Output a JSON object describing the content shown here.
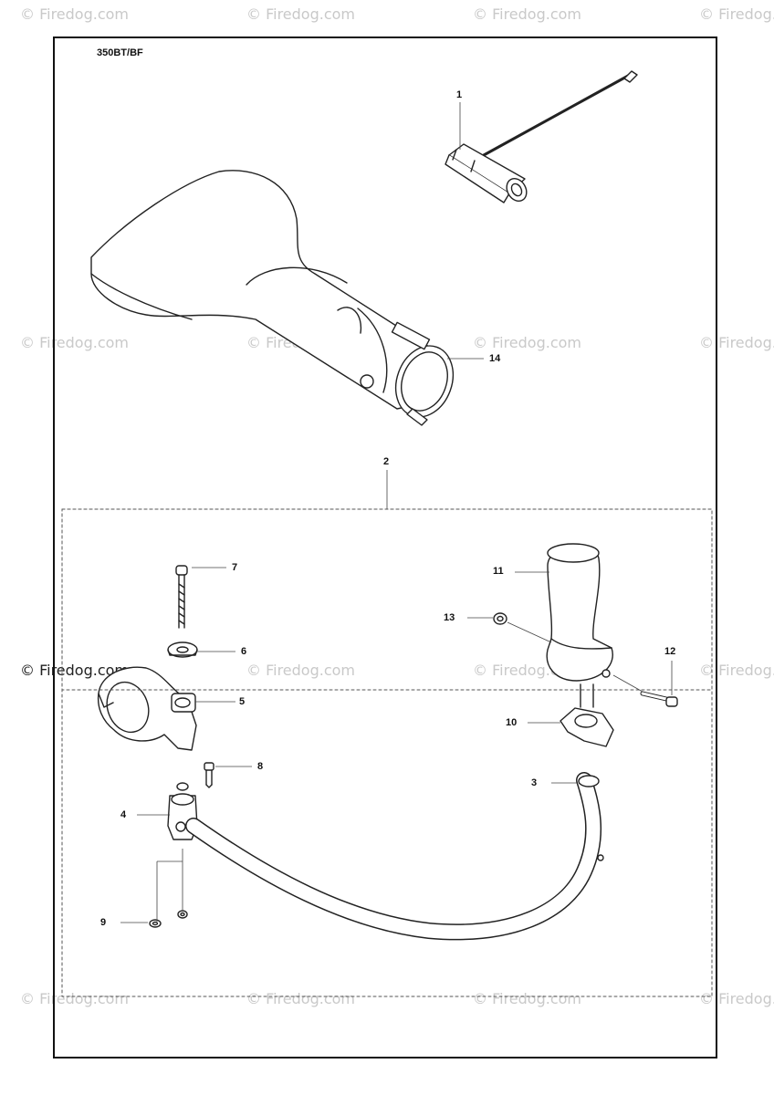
{
  "watermark_text": "© Firedog.com",
  "model": "350BT/BF",
  "callouts": {
    "c1": "1",
    "c2": "2",
    "c3": "3",
    "c4": "4",
    "c5": "5",
    "c6": "6",
    "c7": "7",
    "c8": "8",
    "c9": "9",
    "c10": "10",
    "c11": "11",
    "c12": "12",
    "c13": "13",
    "c14": "14"
  }
}
